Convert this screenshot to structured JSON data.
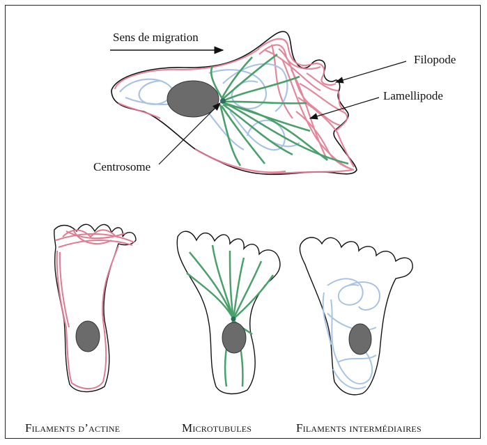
{
  "labels": {
    "migration": "Sens de migration",
    "filopode": "Filopode",
    "lamellipode": "Lamellipode",
    "centrosome": "Centrosome"
  },
  "captions": {
    "actin": "Filaments d’actine",
    "microtubules": "Microtubules",
    "intermediate": "Filaments intermédiaires"
  },
  "colors": {
    "actin": "#e07b91",
    "microtubule": "#4aa06b",
    "intermediate": "#a9c4e3",
    "nucleus": "#6b6b6b",
    "outline": "#111111"
  }
}
